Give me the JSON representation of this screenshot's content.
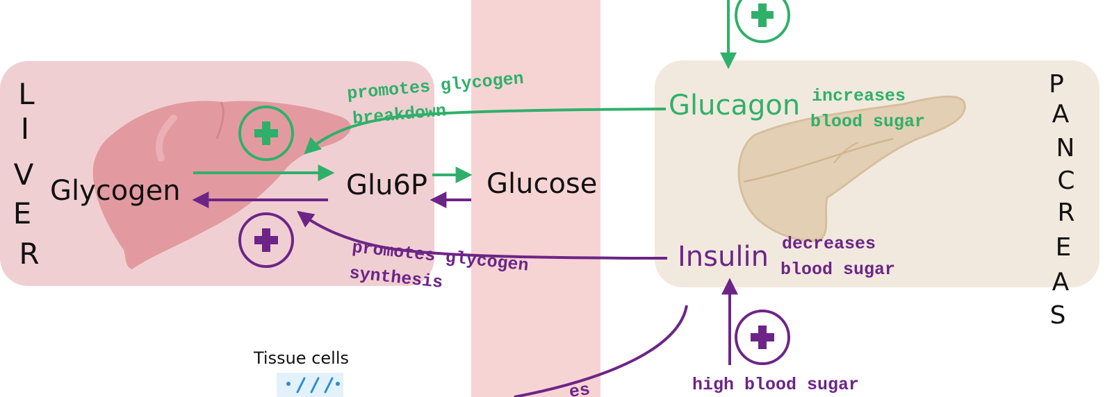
{
  "liver": {
    "label_letters": [
      "L",
      "I",
      "V",
      "E",
      "R"
    ],
    "glycogen": "Glycogen",
    "bg_color": "#f0cfd2",
    "organ_color": "#e29aa0"
  },
  "bloodstream": {
    "glu6p": "Glu6P",
    "glucose": "Glucose",
    "bg_color": "#f7d4d4"
  },
  "pancreas": {
    "label_letters": [
      "P",
      "A",
      "N",
      "C",
      "R",
      "E",
      "A",
      "S"
    ],
    "glucagon": "Glucagon",
    "insulin": "Insulin",
    "bg_color": "#f2e9de",
    "organ_color": "#e3cfb3"
  },
  "annotations": {
    "glycogen_breakdown_line1": "promotes glycogen",
    "glycogen_breakdown_line2": "breakdown",
    "glycogen_synthesis_line1": "promotes glycogen",
    "glycogen_synthesis_line2": "synthesis",
    "glucagon_effect_line1": "increases",
    "glucagon_effect_line2": "blood sugar",
    "insulin_effect_line1": "decreases",
    "insulin_effect_line2": "blood sugar",
    "high_blood_sugar": "high blood sugar",
    "partial_bottom_label": "es"
  },
  "tissue": {
    "label": "Tissue cells",
    "cell_color": "#2a8ed0"
  },
  "colors": {
    "green": "#2fb06a",
    "purple": "#6c2587",
    "text_dark": "#111111"
  },
  "icons": [
    "plus-circle-icon"
  ]
}
